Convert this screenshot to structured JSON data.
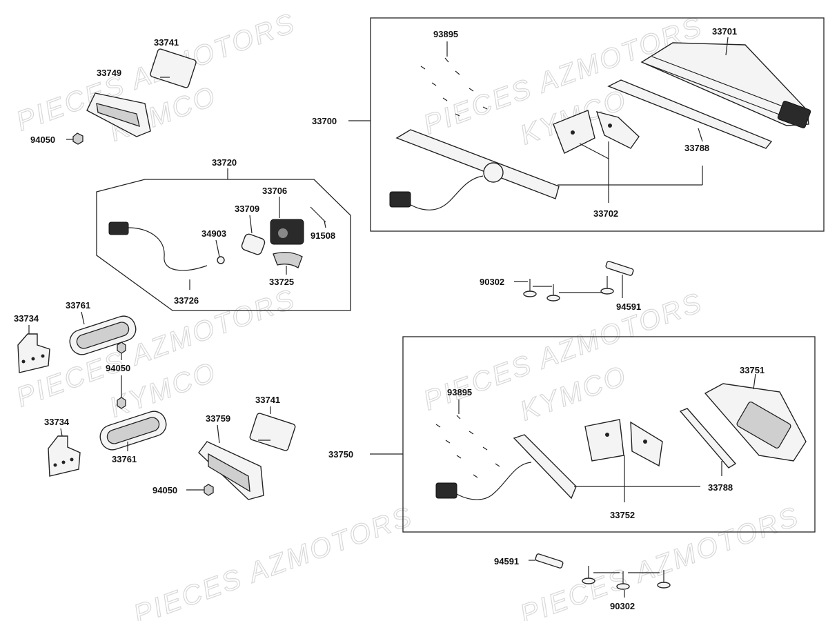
{
  "watermarks": {
    "brand": "PIECES AZMOTORS",
    "maker": "KYMCO"
  },
  "labels": {
    "p33741_top": "33741",
    "p33749": "33749",
    "p94050_top": "94050",
    "p33720": "33720",
    "p33706": "33706",
    "p33709": "33709",
    "p34903": "34903",
    "p91508": "91508",
    "p33725": "33725",
    "p33726": "33726",
    "p33734_a": "33734",
    "p33761_a": "33761",
    "p94050_mid": "94050",
    "p33734_b": "33734",
    "p33761_b": "33761",
    "p33759": "33759",
    "p33741_bot": "33741",
    "p94050_bot": "94050",
    "p93895_top": "93895",
    "p33701": "33701",
    "p33700": "33700",
    "p33788_top": "33788",
    "p33702": "33702",
    "p90302_top": "90302",
    "p94591_top": "94591",
    "p93895_bot": "93895",
    "p33751": "33751",
    "p33750": "33750",
    "p33788_bot": "33788",
    "p33752": "33752",
    "p94591_bot": "94591",
    "p90302_bot": "90302"
  }
}
